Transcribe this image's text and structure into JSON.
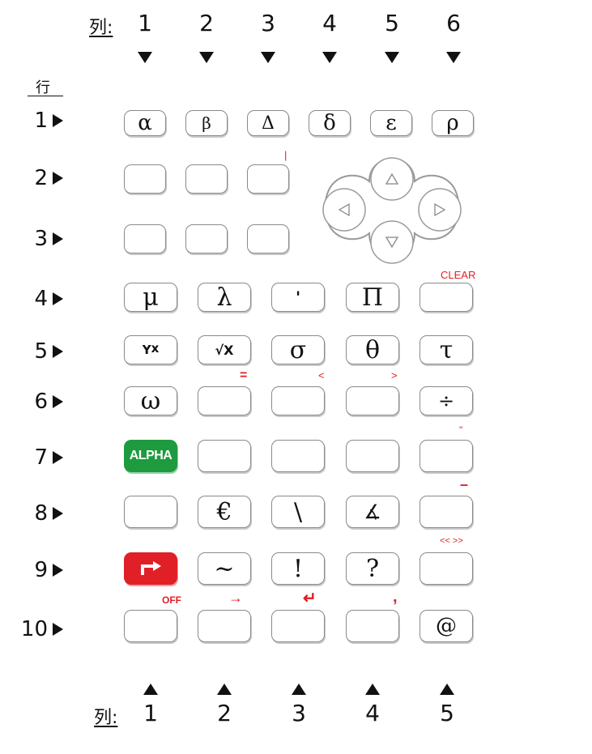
{
  "col_label": "列:",
  "row_label": "行",
  "top_columns": [
    "1",
    "2",
    "3",
    "4",
    "5",
    "6"
  ],
  "bottom_columns": [
    "1",
    "2",
    "3",
    "4",
    "5"
  ],
  "rows": [
    "1",
    "2",
    "3",
    "4",
    "5",
    "6",
    "7",
    "8",
    "9",
    "10"
  ],
  "keys": {
    "r1": [
      "α",
      "β",
      "Δ",
      "δ",
      "ε",
      "ρ"
    ],
    "r4": [
      "μ",
      "λ",
      "'",
      "Π",
      ""
    ],
    "r5": [
      "Y",
      "x",
      "√X",
      "σ",
      "θ",
      "τ"
    ],
    "r6": [
      "ω",
      "",
      "",
      "",
      "÷"
    ],
    "r7": [
      "ALPHA",
      "",
      "",
      "",
      ""
    ],
    "r8": [
      "",
      "€",
      "\\",
      "∡",
      ""
    ],
    "r9": [
      "",
      "~",
      "!",
      "?",
      ""
    ],
    "r10": [
      "",
      "",
      "",
      "",
      "@"
    ]
  },
  "red_labels": {
    "clear": "CLEAR",
    "equals": "=",
    "less": "<",
    "greater": ">",
    "dquote": "\"",
    "dash": "–",
    "chevrons": "<< >>",
    "off": "OFF",
    "right_arrow": "→",
    "return_arrow": "↵",
    "comma": ",",
    "tick": "|"
  },
  "colors": {
    "alpha_key": "#1e9a3f",
    "shift_key": "#e01f27",
    "secondary_label": "#e01f27"
  }
}
